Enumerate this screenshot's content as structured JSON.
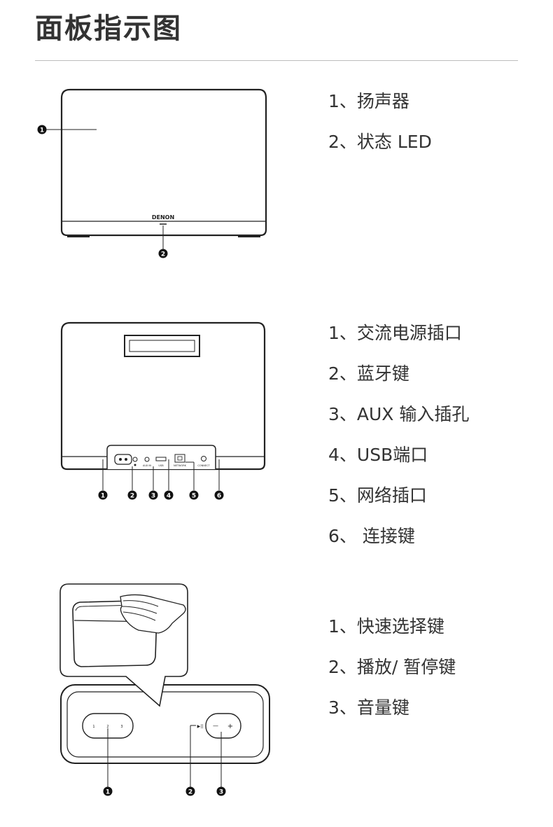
{
  "page": {
    "title": "面板指示图"
  },
  "sections": [
    {
      "id": "front",
      "brand": "DENON",
      "callouts": [
        "1",
        "2"
      ],
      "items": [
        "1、扬声器",
        "2、状态 LED"
      ]
    },
    {
      "id": "back",
      "port_labels": [
        "AUX IN",
        "USB",
        "NETWORK",
        "CONNECT"
      ],
      "callouts": [
        "1",
        "2",
        "3",
        "4",
        "5",
        "6"
      ],
      "items": [
        "1、交流电源插口",
        "2、蓝牙键",
        "3、AUX  输入插孔",
        "4、USB端口",
        "5、网络插口",
        "6、 连接键"
      ]
    },
    {
      "id": "top",
      "preset_numbers": [
        "1",
        "2",
        "3"
      ],
      "play_pause_glyph": "▶||",
      "volume_glyphs": [
        "—",
        "+"
      ],
      "callouts": [
        "1",
        "2",
        "3"
      ],
      "items": [
        "1、快速选择键",
        "2、播放/ 暂停键",
        "3、音量键"
      ]
    }
  ]
}
